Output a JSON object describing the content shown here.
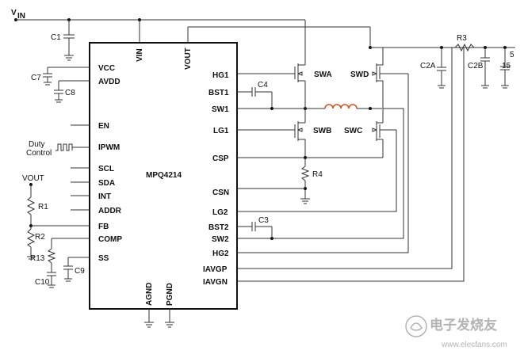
{
  "ic": {
    "name": "MPQ4214",
    "pins_left": [
      "VCC",
      "AVDD",
      "EN",
      "IPWM",
      "SCL",
      "SDA",
      "INT",
      "ADDR",
      "FB",
      "COMP",
      "SS"
    ],
    "pins_right": [
      "HG1",
      "BST1",
      "SW1",
      "LG1",
      "CSP",
      "CSN",
      "LG2",
      "BST2",
      "SW2",
      "HG2",
      "IAVGP",
      "IAVGN"
    ],
    "pins_top": [
      "VIN",
      "VOUT"
    ],
    "pins_bottom": [
      "AGND",
      "PGND"
    ]
  },
  "labels": {
    "vin_main": "V",
    "vin_sub": "IN",
    "vout_node": "VOUT",
    "duty_line1": "Duty",
    "duty_line2": "Control",
    "trunc_right": "15",
    "trunc_right_top": "5"
  },
  "components": {
    "caps": [
      "C1",
      "C7",
      "C8",
      "C4",
      "C3",
      "C9",
      "C10",
      "C2A",
      "C2B"
    ],
    "resistors": [
      "R1",
      "R2",
      "R13",
      "R4",
      "R3"
    ],
    "switches": [
      "SWA",
      "SWB",
      "SWC",
      "SWD"
    ]
  },
  "watermark": {
    "text_cn": "电子发烧友",
    "url": "www.elecfans.com"
  },
  "colors": {
    "line": "#333333",
    "inductor": "#d4531b",
    "watermark": "#9a9a9a"
  }
}
